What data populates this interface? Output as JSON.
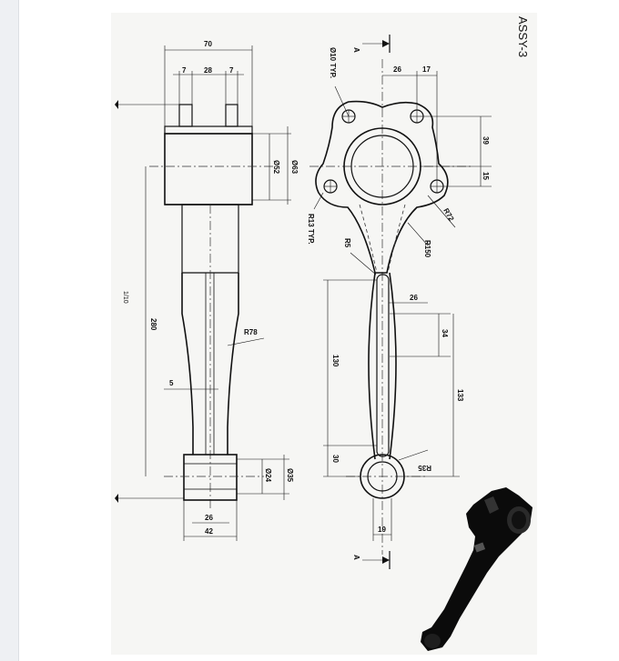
{
  "sheet_title": "ASSY-3",
  "side_mark": "1/10",
  "section_label": "A",
  "front_view": {
    "dims": {
      "overall_width": "70",
      "slot_left": "7",
      "slot_gap": "28",
      "slot_right": "7",
      "big_end_outer": "Ø63",
      "big_end_inner": "Ø52",
      "length": "280",
      "web": "5",
      "radius": "R78",
      "small_end_outer": "Ø35",
      "small_end_inner": "Ø24",
      "small_end_bore": "26",
      "small_end_width": "42"
    }
  },
  "side_view": {
    "dims": {
      "hole_dia": "Ø10 TYP.",
      "lug_radius": "R13 TYP.",
      "offset_26": "26",
      "offset_17": "17",
      "height_39": "39",
      "height_15": "15",
      "r72": "R72",
      "r150": "R150",
      "r5": "R5",
      "slot_width": "26",
      "len_130": "130",
      "len_34": "34",
      "len_133": "133",
      "len_30": "30",
      "r35": "R35",
      "bottom_19": "19"
    }
  }
}
